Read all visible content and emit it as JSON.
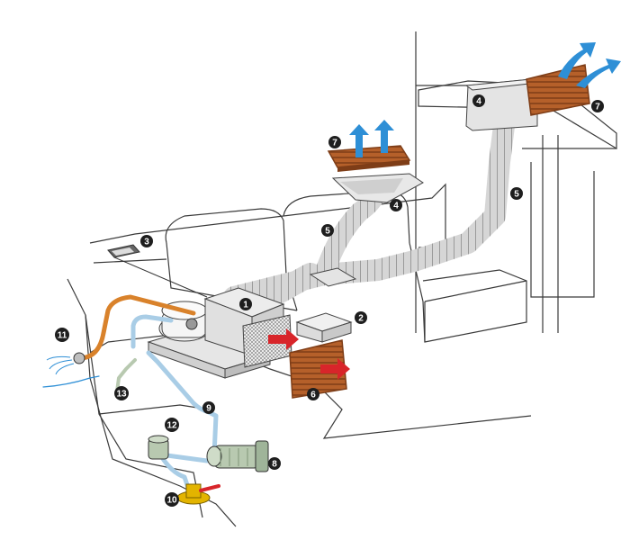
{
  "colors": {
    "line": "#3a3a3a",
    "grille": "#b5602a",
    "grille_dark": "#7e3d17",
    "airflow_out": "#2e8fd6",
    "airflow_in": "#d8252a",
    "seawater_pipe": "#a9cde6",
    "drain_pipe": "#d9822b",
    "duct": "#cfcfcf",
    "pump": "#b8c9b0",
    "valve": "#e3b400",
    "marker": "#1e1e1e"
  },
  "callouts": [
    {
      "id": "c1",
      "label": "1",
      "icon": "ac-unit"
    },
    {
      "id": "c2",
      "label": "2",
      "icon": "control-box"
    },
    {
      "id": "c3",
      "label": "3",
      "icon": "control-panel"
    },
    {
      "id": "c4a",
      "label": "4",
      "icon": "plenum"
    },
    {
      "id": "c4b",
      "label": "4",
      "icon": "plenum"
    },
    {
      "id": "c5a",
      "label": "5",
      "icon": "flexible-duct"
    },
    {
      "id": "c5b",
      "label": "5",
      "icon": "flexible-duct"
    },
    {
      "id": "c6",
      "label": "6",
      "icon": "return-air-grille"
    },
    {
      "id": "c7a",
      "label": "7",
      "icon": "supply-air-grille"
    },
    {
      "id": "c7b",
      "label": "7",
      "icon": "supply-air-grille"
    },
    {
      "id": "c8",
      "label": "8",
      "icon": "seawater-pump"
    },
    {
      "id": "c9",
      "label": "9",
      "icon": "seawater-hose"
    },
    {
      "id": "c10",
      "label": "10",
      "icon": "seacock-valve"
    },
    {
      "id": "c11",
      "label": "11",
      "icon": "overboard-discharge"
    },
    {
      "id": "c12",
      "label": "12",
      "icon": "strainer"
    },
    {
      "id": "c13",
      "label": "13",
      "icon": "condensate-drain"
    }
  ]
}
